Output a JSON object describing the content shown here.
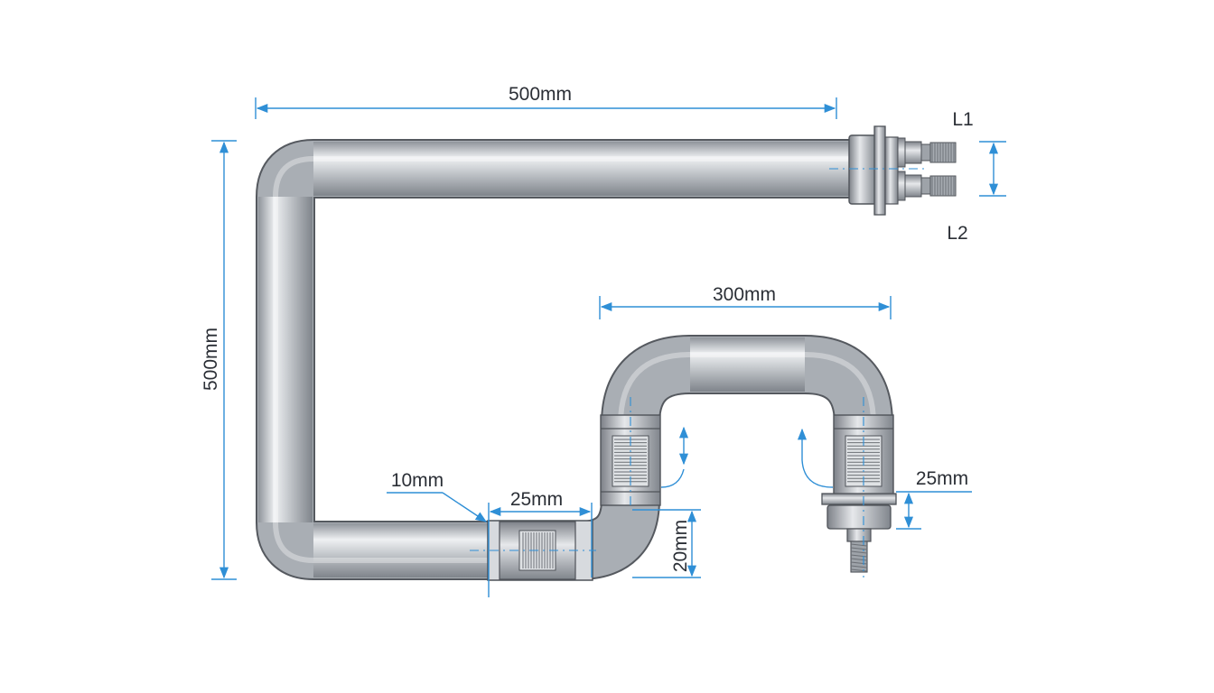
{
  "diagram": {
    "labels": {
      "top_length": "500mm",
      "left_height": "500mm",
      "mid_length": "300mm",
      "wall_thickness": "10mm",
      "coupling_length": "25mm",
      "bottom_drop": "20mm",
      "right_fitting": "25mm",
      "terminal_1": "L1",
      "terminal_2": "L2"
    },
    "colors": {
      "dimension": "#2f8fd6",
      "pipe": "#b9bec4",
      "pipe_outline": "#55595f",
      "text": "#2b2f36"
    }
  }
}
